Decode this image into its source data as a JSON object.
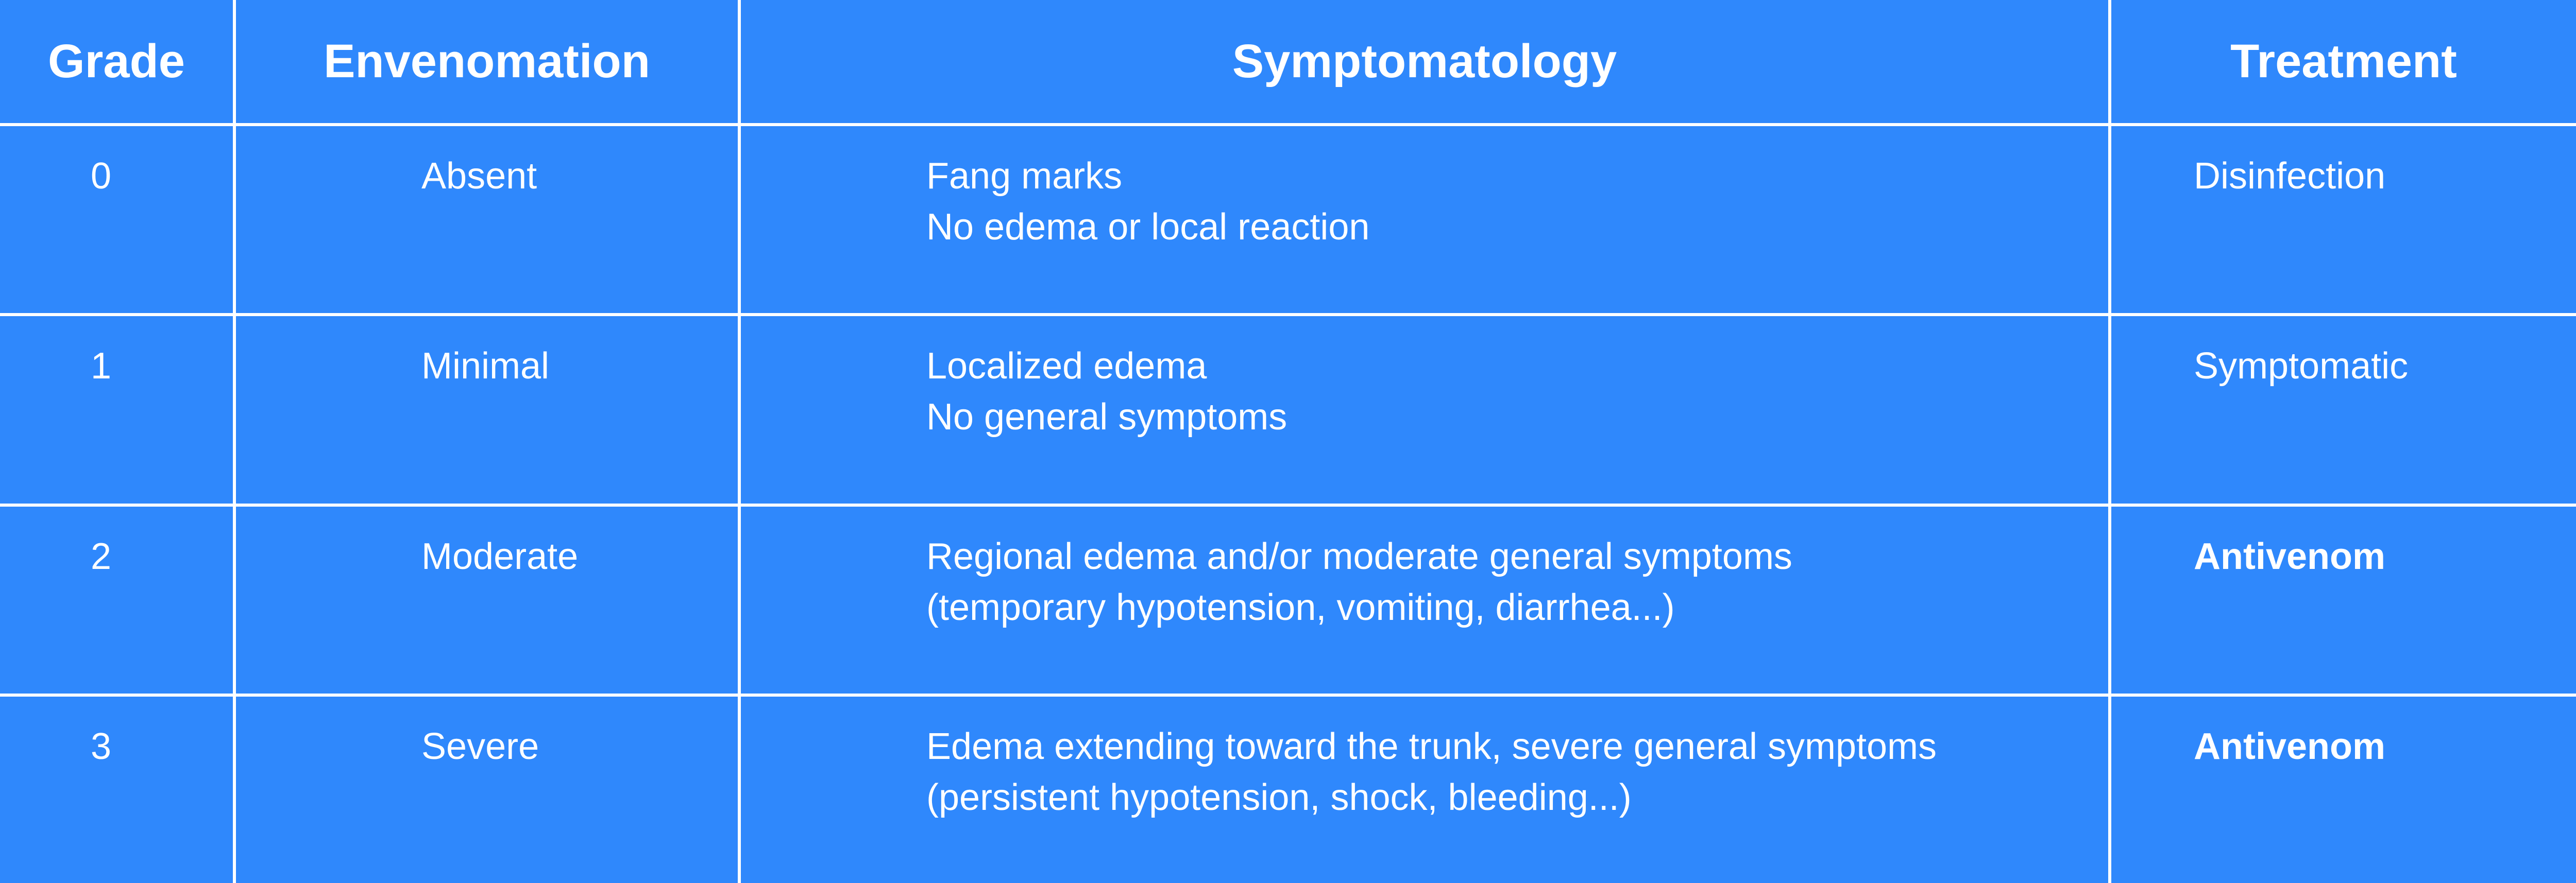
{
  "colors": {
    "background": "#2F88FC",
    "grid": "#FFFFFF",
    "text": "#FFFFFF"
  },
  "headers": [
    "Grade",
    "Envenomation",
    "Symptomatology",
    "Treatment"
  ],
  "rows": [
    {
      "grade": "0",
      "envenomation": "Absent",
      "symptoms": [
        "Fang marks",
        "No edema or local reaction"
      ],
      "treatment": "Disinfection",
      "treatment_bold": false
    },
    {
      "grade": "1",
      "envenomation": "Minimal",
      "symptoms": [
        "Localized edema",
        "No general symptoms"
      ],
      "treatment": "Symptomatic",
      "treatment_bold": false
    },
    {
      "grade": "2",
      "envenomation": "Moderate",
      "symptoms": [
        "Regional edema and/or moderate general symptoms",
        "(temporary hypotension, vomiting, diarrhea...)"
      ],
      "treatment": "Antivenom",
      "treatment_bold": true
    },
    {
      "grade": "3",
      "envenomation": "Severe",
      "symptoms": [
        "Edema extending toward the trunk, severe general symptoms",
        "(persistent hypotension, shock, bleeding...)"
      ],
      "treatment": "Antivenom",
      "treatment_bold": true
    }
  ]
}
